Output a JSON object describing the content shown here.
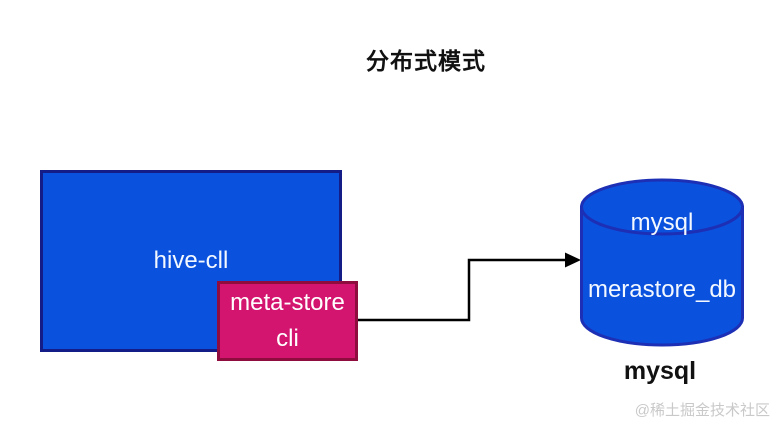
{
  "title": "分布式模式",
  "diagram": {
    "hive_box": {
      "label": "hive-cll"
    },
    "metastore_box": {
      "label_line1": "meta-store",
      "label_line2": "cli"
    },
    "database": {
      "top_label": "mysql",
      "name_label": "merastore_db",
      "caption": "mysql"
    }
  },
  "watermark": "@稀土掘金技术社区",
  "colors": {
    "node_fill": "#0a52de",
    "hive_border": "#131c87",
    "metastore_fill": "#d4156f",
    "metastore_border": "#8e0d3e",
    "cylinder_border": "#1c2fb5",
    "node_text": "#ffffff",
    "arrow": "#000000",
    "title_text": "#111111",
    "watermark_text": "#c9c9c9"
  }
}
